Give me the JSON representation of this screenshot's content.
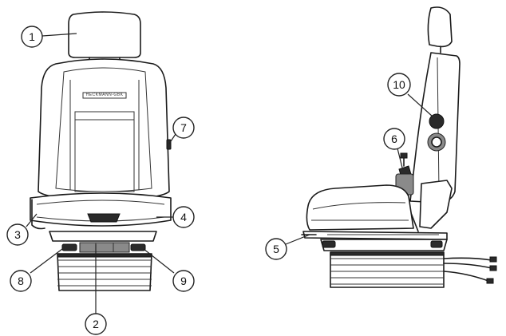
{
  "callouts": [
    {
      "id": "1",
      "label": "1"
    },
    {
      "id": "2",
      "label": "2"
    },
    {
      "id": "3",
      "label": "3"
    },
    {
      "id": "4",
      "label": "4"
    },
    {
      "id": "5",
      "label": "5"
    },
    {
      "id": "6",
      "label": "6"
    },
    {
      "id": "7",
      "label": "7"
    },
    {
      "id": "8",
      "label": "8"
    },
    {
      "id": "9",
      "label": "9"
    },
    {
      "id": "10",
      "label": "10"
    }
  ],
  "backrest_brand_text": "HECKMANN-GBK"
}
